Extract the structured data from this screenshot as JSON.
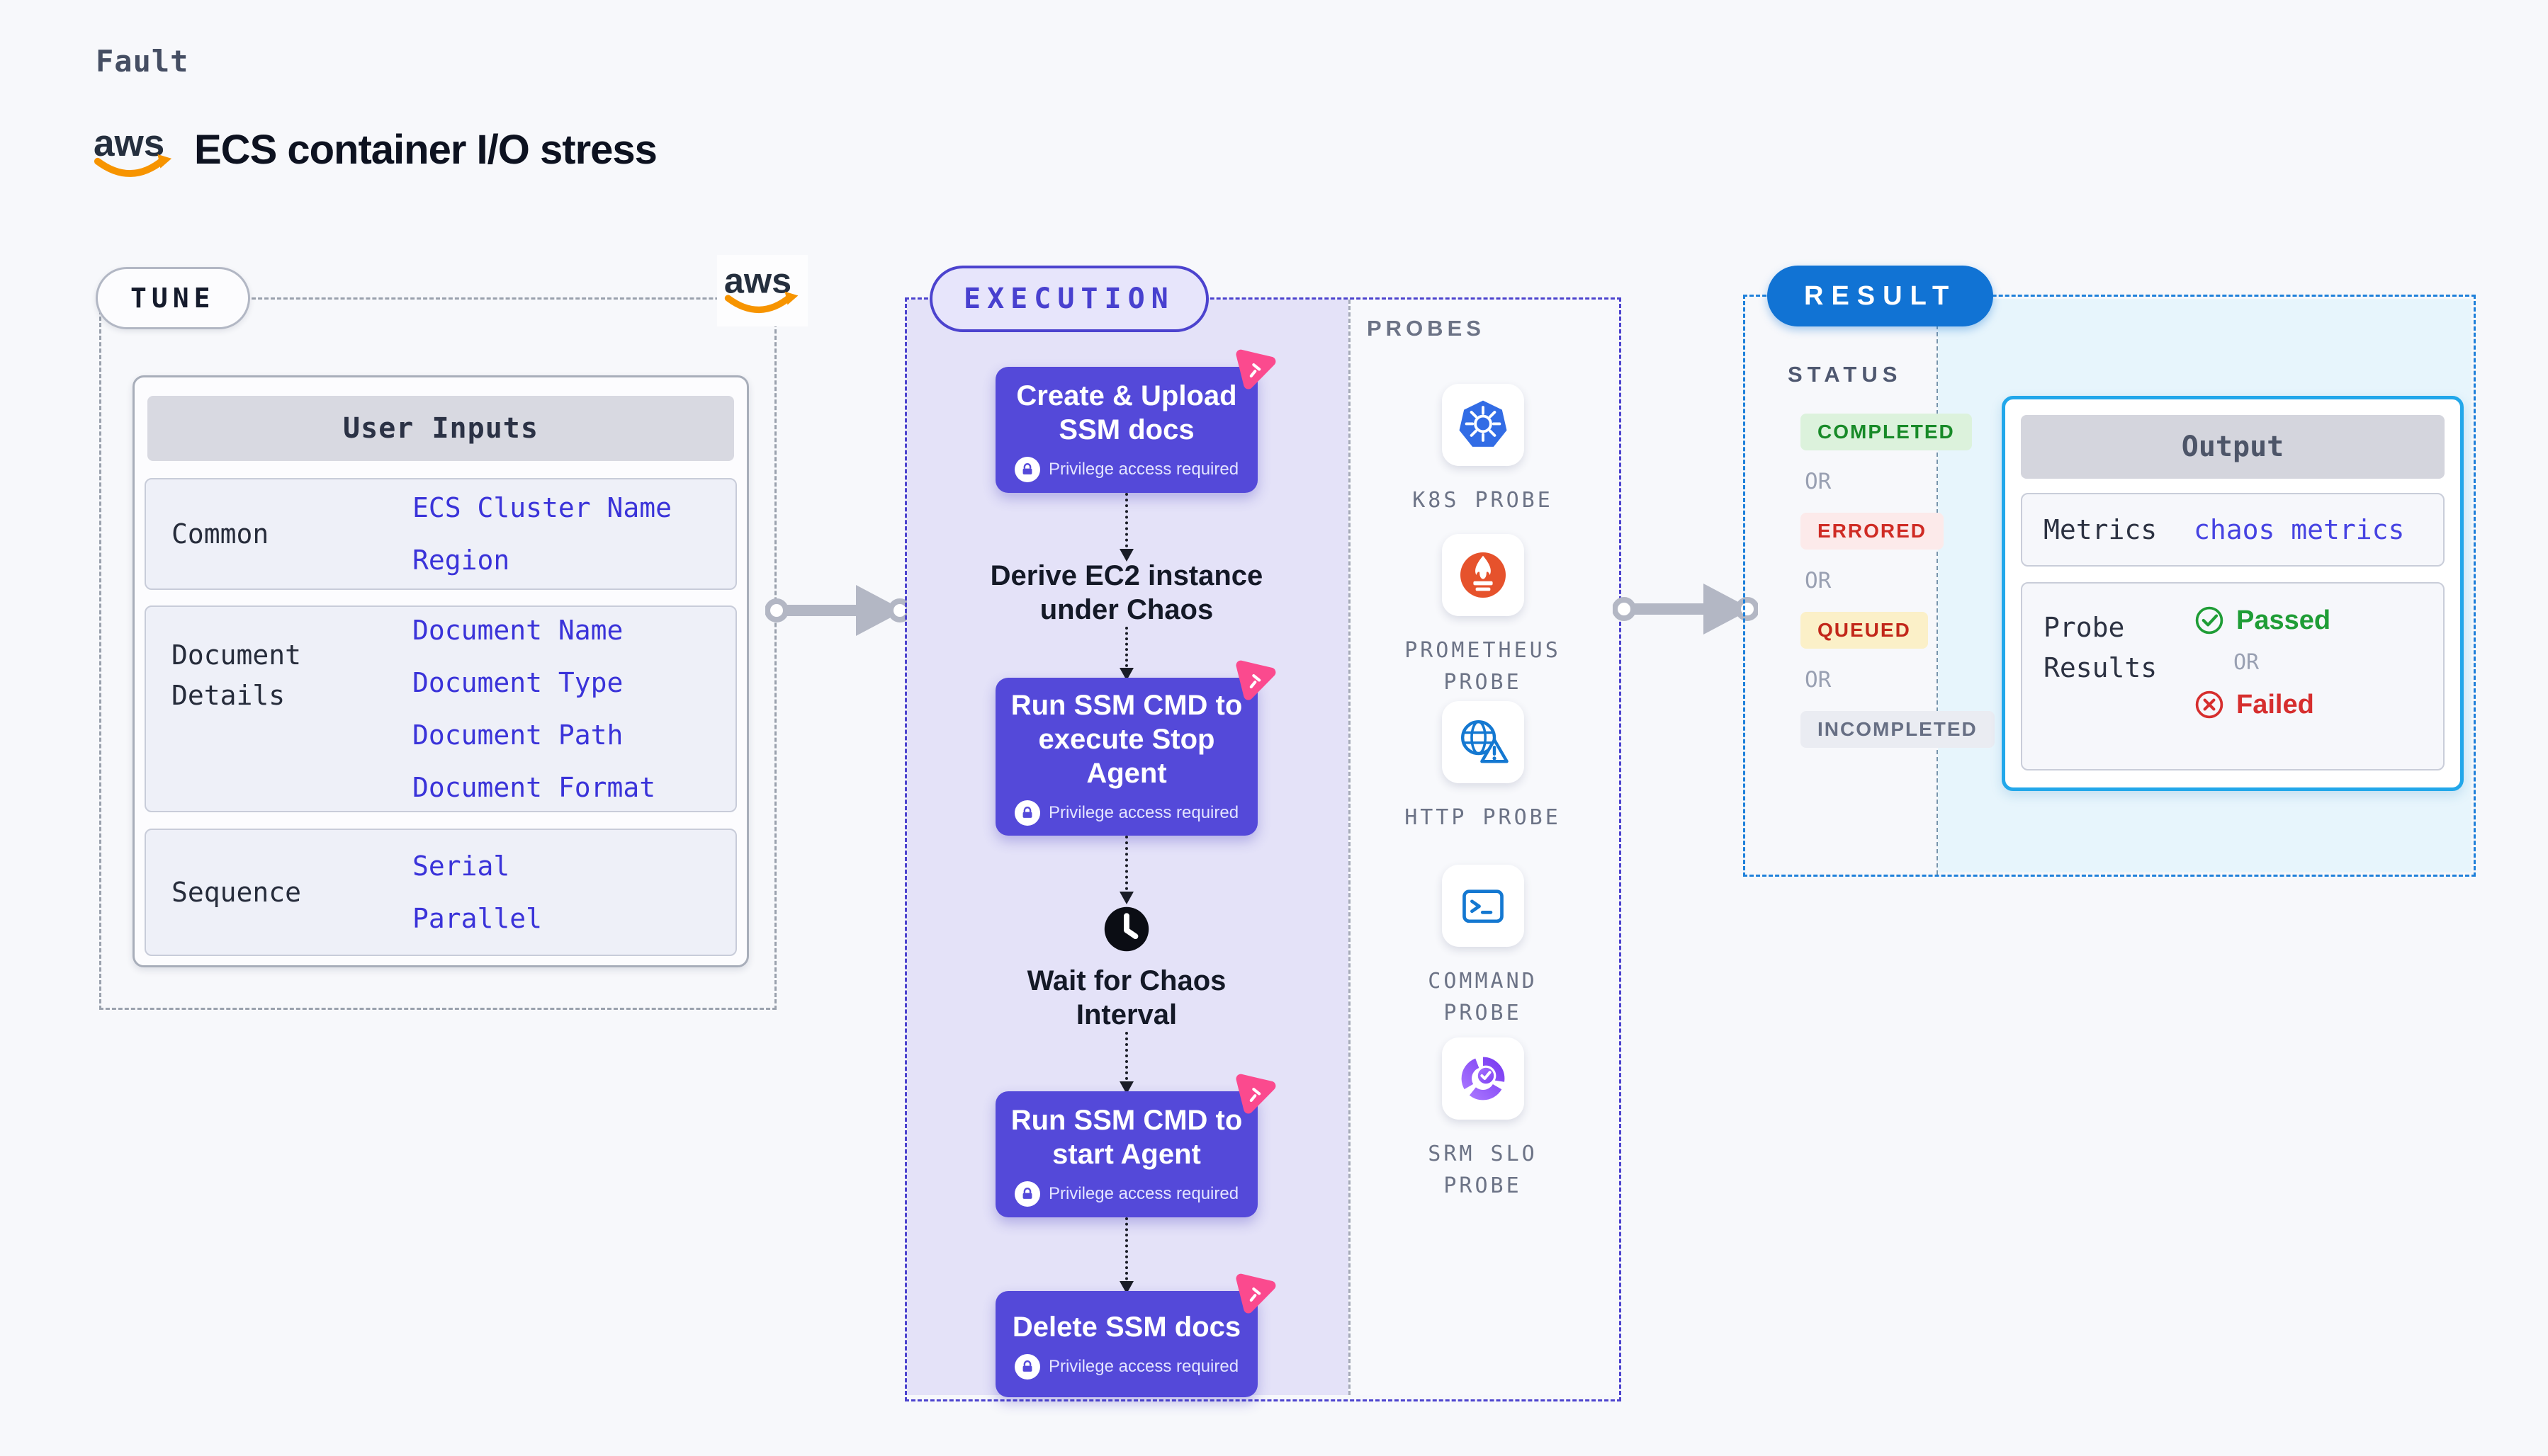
{
  "page": {
    "eyebrow": "Fault",
    "title": "ECS container I/O stress",
    "brand": "aws"
  },
  "tune": {
    "badge": "TUNE",
    "table": {
      "title": "User Inputs",
      "groups": [
        {
          "label": "Common",
          "values": [
            "ECS Cluster Name",
            "Region"
          ]
        },
        {
          "label": "Document Details",
          "values": [
            "Document Name",
            "Document Type",
            "Document Path",
            "Document Format"
          ]
        },
        {
          "label": "Sequence",
          "values": [
            "Serial",
            "Parallel"
          ]
        }
      ]
    }
  },
  "execution": {
    "badge": "EXECUTION",
    "steps": [
      {
        "kind": "card",
        "title": "Create & Upload SSM docs",
        "note": "Privilege access required"
      },
      {
        "kind": "label",
        "title": "Derive EC2 instance under Chaos"
      },
      {
        "kind": "card",
        "title": "Run SSM CMD to execute Stop Agent",
        "note": "Privilege access required"
      },
      {
        "kind": "wait",
        "title": "Wait for Chaos Interval"
      },
      {
        "kind": "card",
        "title": "Run SSM CMD to start Agent",
        "note": "Privilege access required"
      },
      {
        "kind": "card",
        "title": "Delete SSM docs",
        "note": "Privilege access required"
      }
    ],
    "probes": {
      "label": "PROBES",
      "items": [
        {
          "label": "K8S PROBE",
          "icon": "kubernetes-icon"
        },
        {
          "label": "PROMETHEUS PROBE",
          "icon": "prometheus-icon"
        },
        {
          "label": "HTTP PROBE",
          "icon": "globe-warning-icon"
        },
        {
          "label": "COMMAND PROBE",
          "icon": "terminal-icon"
        },
        {
          "label": "SRM SLO PROBE",
          "icon": "slo-donut-check-icon"
        }
      ]
    }
  },
  "result": {
    "badge": "RESULT",
    "status_label": "STATUS",
    "or_label": "OR",
    "statuses": [
      {
        "label": "COMPLETED",
        "text_color": "#188a28",
        "bg_color": "#dcf2dc"
      },
      {
        "label": "ERRORED",
        "text_color": "#cf2b24",
        "bg_color": "#fceaea"
      },
      {
        "label": "QUEUED",
        "text_color": "#c2271a",
        "bg_color": "#fbf0c8"
      },
      {
        "label": "INCOMPLETED",
        "text_color": "#676f84",
        "bg_color": "#eaecf2"
      }
    ],
    "output": {
      "title": "Output",
      "metrics_label": "Metrics",
      "metrics_value": "chaos metrics",
      "probe_results_label": "Probe Results",
      "passed": "Passed",
      "failed": "Failed"
    }
  },
  "colors": {
    "page_bg": "#f7f8fb",
    "value_blue": "#3a33d9",
    "card_indigo": "#5449d9",
    "execution_border": "#4c43ce",
    "lavender_panel": "#e4e2f8",
    "result_badge_blue": "#1173d4",
    "result_border": "#1e80da",
    "output_border": "#22a7ea",
    "cyan_panel": "#e7f5fc",
    "passed_green": "#1f9d36",
    "failed_red": "#d62e2e",
    "harness_pink": "#fb4a8e",
    "aws_orange": "#f79400",
    "k8s_blue": "#326ce5",
    "prometheus_orange": "#e6522c",
    "probe_blue": "#1478d1"
  }
}
